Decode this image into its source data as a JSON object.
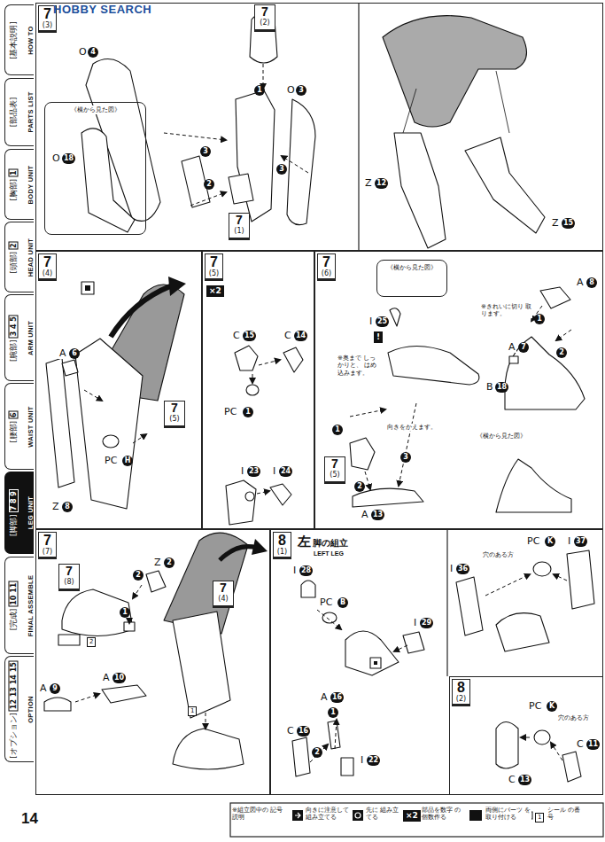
{
  "diagram": {
    "nodes": [
      {
        "text": [
          "[基本説明]",
          "HOW TO"
        ]
      },
      {
        "text": [
          "[部品表]",
          "PARTS LIST"
        ]
      },
      {
        "text": [
          "[胸部]",
          "1",
          "BODY UNIT"
        ]
      },
      {
        "text": [
          "[頭部]",
          "2",
          "HEAD UNIT"
        ]
      },
      {
        "text": [
          "[腕部]",
          "3 4 5",
          "ARM UNIT"
        ]
      },
      {
        "text": [
          "[腰部]",
          "6",
          "WAIST UNIT"
        ]
      },
      {
        "text": [
          "[脚部]",
          "7 8 9",
          "LEG UNIT"
        ]
      },
      {
        "text": [
          "[完成]",
          "10 11",
          "FINAL ASSEMBLE"
        ]
      },
      {
        "text": [
          "[オプション]",
          "12 13 14 15",
          "OPTION"
        ]
      },
      {
        "text": [
          "7",
          "(3)"
        ]
      },
      {
        "text": [
          "《横から見た図》"
        ],
        "in": 9
      },
      {
        "text": [
          "7",
          "(2)"
        ],
        "in": 9
      },
      {
        "text": [
          "7",
          "(1)"
        ],
        "in": 9
      },
      {
        "text": [
          "7",
          "(4)"
        ]
      },
      {
        "text": [
          "7",
          "(5)"
        ],
        "in": 13
      },
      {
        "text": [
          "7",
          "(5)"
        ]
      },
      {
        "text": [
          "7",
          "(6)"
        ]
      },
      {
        "text": [
          "《横から見た図》"
        ],
        "in": 16
      },
      {
        "text": [
          "7",
          "(5)"
        ],
        "in": 16
      },
      {
        "text": [
          "7",
          "(7)"
        ]
      },
      {
        "text": [
          "7",
          "(8)"
        ],
        "in": 19
      },
      {
        "text": [
          "7",
          "(4)"
        ],
        "in": 19
      },
      {
        "text": [
          "8",
          "(1)",
          "左",
          "脚の組立",
          "LEFT LEG"
        ]
      },
      {
        "text": [
          "8",
          "(2)"
        ],
        "in": 22
      }
    ],
    "labels": [
      "HOBBY SEARCH",
      "O",
      "4",
      "1",
      "O",
      "3",
      "O",
      "18",
      "3",
      "3",
      "2",
      "Z",
      "12",
      "Z",
      "15",
      "A",
      "6",
      "PC",
      "H",
      "Z",
      "8",
      "×2",
      "C",
      "15",
      "C",
      "14",
      "PC",
      "1",
      "I",
      "23",
      "I",
      "24",
      "I",
      "25",
      "!",
      "※奥まで しっかりと、 はめ込みます。",
      "B",
      "18",
      "向きをかえます。",
      "1",
      "2",
      "3",
      "A",
      "13",
      "※きれいに切り 取ります。",
      "A",
      "8",
      "A",
      "7",
      "1",
      "2",
      "《横から見た図》",
      "Z",
      "2",
      "2",
      "1",
      "2",
      "A",
      "9",
      "A",
      "10",
      "1",
      "I",
      "28",
      "PC",
      "B",
      "I",
      "29",
      "A",
      "16",
      "1",
      "C",
      "16",
      "2",
      "I",
      "22",
      "穴のある方",
      "PC",
      "K",
      "I",
      "37",
      "I",
      "36",
      "PC",
      "K",
      "穴のある方",
      "C",
      "11",
      "C",
      "13",
      "14",
      "※組立図中の 記号説明",
      "×2",
      "1"
    ],
    "legend": [
      {
        "text": "向きに注意して 組み立てる"
      },
      {
        "text": "先に 組み立てる"
      },
      {
        "text": "部品を数字 の個数作る"
      },
      {
        "text": "両側にパーツ を取り付ける"
      },
      {
        "text": "シール の番号"
      }
    ]
  }
}
